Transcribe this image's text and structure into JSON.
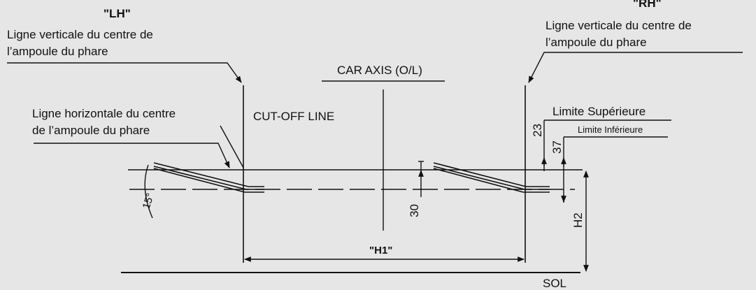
{
  "labels": {
    "lh": "\"LH\"",
    "rh": "\"RH\"",
    "vertical_left_1": "Ligne verticale du centre de",
    "vertical_left_2": "l’ampoule du phare",
    "vertical_right_1": "Ligne verticale du centre de",
    "vertical_right_2": "l’ampoule du phare",
    "horizontal_1": "Ligne horizontale du centre",
    "horizontal_2": "de l’ampoule du phare",
    "car_axis": "CAR AXIS (O/L)",
    "cutoff": "CUT-OFF LINE",
    "upper_limit": "Limite Supérieure",
    "lower_limit": "Limite Inférieure",
    "sol": "SOL"
  },
  "dimensions": {
    "d23": "23",
    "d37": "37",
    "d30": "30",
    "h1": "\"H1\"",
    "h2": "H2",
    "angle": "15°"
  },
  "colors": {
    "background": "#e6e6e6",
    "line": "#111111"
  }
}
